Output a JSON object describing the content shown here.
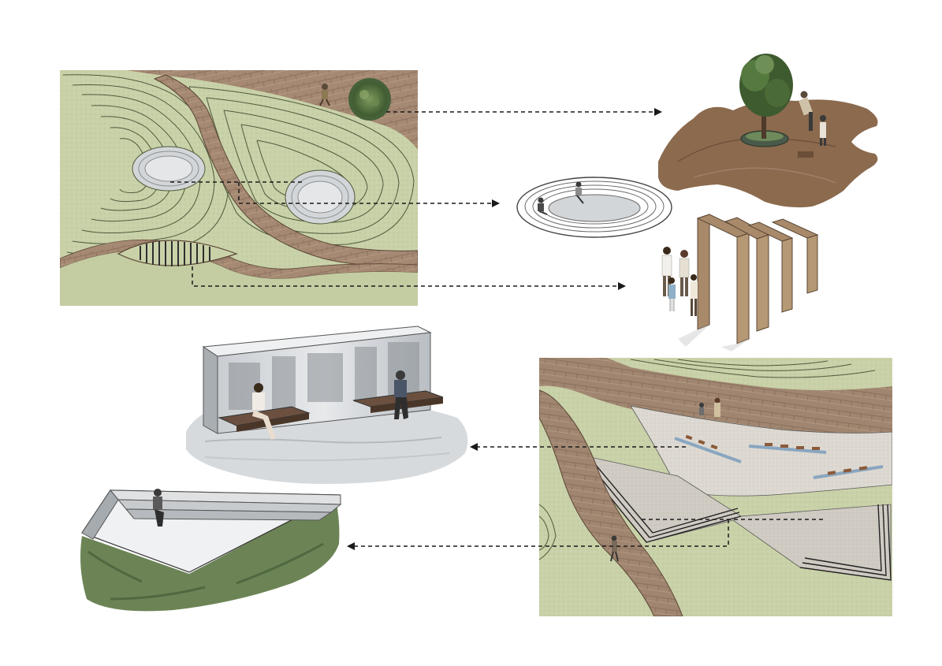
{
  "colors": {
    "background": "#ffffff",
    "grass": "#c9d1a8",
    "grass_dark": "#b8c28f",
    "wood": "#a58973",
    "wood_dark": "#7e6452",
    "contour": "#4e5a3c",
    "paving": "#d8d4cc",
    "paving_light": "#e6e3de",
    "water": "#d3d6d8",
    "earth": "#8b6a4e",
    "foliage": "#5d7a4b",
    "hedge": "#6c8455",
    "arrow": "#1a1a1a"
  },
  "diagram": {
    "panels": [
      "plan-top-left",
      "plan-bottom-right"
    ],
    "vignettes": [
      "tree-plaza-vignette",
      "sunken-bowl-vignette",
      "frame-gateway-vignette",
      "seating-wall-vignette",
      "sunken-terrace-vignette"
    ],
    "arrow_style": "dashed-with-solid-head"
  }
}
